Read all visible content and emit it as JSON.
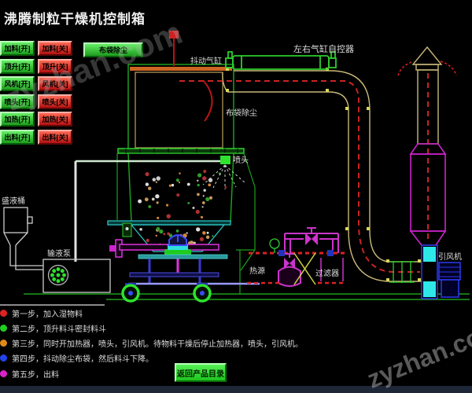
{
  "title": "沸腾制粒干燥机控制箱",
  "watermark": "zyzhan.com",
  "buttons": {
    "bag_dust": "布袋除尘",
    "on": [
      "加料[开]",
      "顶升[开]",
      "风机[开]",
      "喷头[开]",
      "加热[开]",
      "出料[开]"
    ],
    "off": [
      "加料[关]",
      "顶升[关]",
      "风机[关]",
      "喷头[关]",
      "加热[关]",
      "出料[关]"
    ],
    "return_catalog": "返回产品目录"
  },
  "labels": {
    "shake_cylinder": "抖动气缸",
    "lr_cylinder_controller": "左右气缸自控器",
    "bag_dust_filter": "布袋除尘",
    "spray_head": "喷头",
    "liquid_tank": "盛液桶",
    "liquid_pump": "输液泵",
    "heat_source": "热源",
    "filter": "过滤器",
    "induced_draft_fan": "引风机"
  },
  "steps": [
    {
      "color": "#e02222",
      "text": "第一步，加入湿物料"
    },
    {
      "color": "#22cc22",
      "text": "第二步，顶升料斗密封料斗"
    },
    {
      "color": "#e08818",
      "text": "第三步，同时开加热器，喷头，引风机。待物料干燥后停止加热器，喷头，引风机。"
    },
    {
      "color": "#2244ee",
      "text": "第四步，抖动除尘布袋，然后料斗下降。"
    },
    {
      "color": "#dd22cc",
      "text": "第五步，出料"
    }
  ],
  "colors": {
    "background": "#000000",
    "button_green": "#33cc33",
    "button_red": "#cc2222",
    "line_green": "#1e9e1e",
    "line_tan": "#c8b878",
    "line_magenta": "#cc22cc",
    "line_cyan": "#2ecccc",
    "line_red": "#cc2222",
    "line_blue": "#2a3aee",
    "text": "#dddddd"
  }
}
